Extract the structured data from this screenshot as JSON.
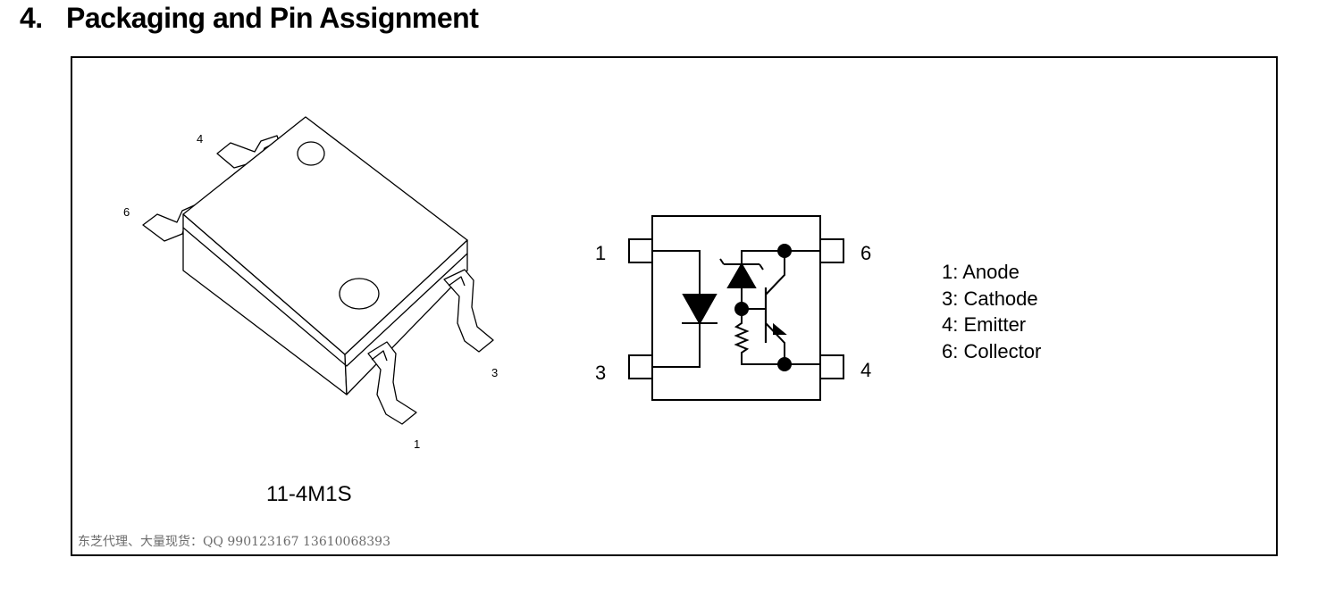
{
  "heading": {
    "number": "4.",
    "title": "Packaging and Pin Assignment"
  },
  "package": {
    "name": "11-4M1S",
    "pin_labels": {
      "p4": "4",
      "p6": "6",
      "p3": "3",
      "p1": "1"
    }
  },
  "schematic": {
    "pins": {
      "p1": "1",
      "p3": "3",
      "p6": "6",
      "p4": "4"
    }
  },
  "pin_legend": [
    "1: Anode",
    "3: Cathode",
    "4: Emitter",
    "6: Collector"
  ],
  "watermark": "东芝代理、大量现货：QQ 990123167 13610068393"
}
